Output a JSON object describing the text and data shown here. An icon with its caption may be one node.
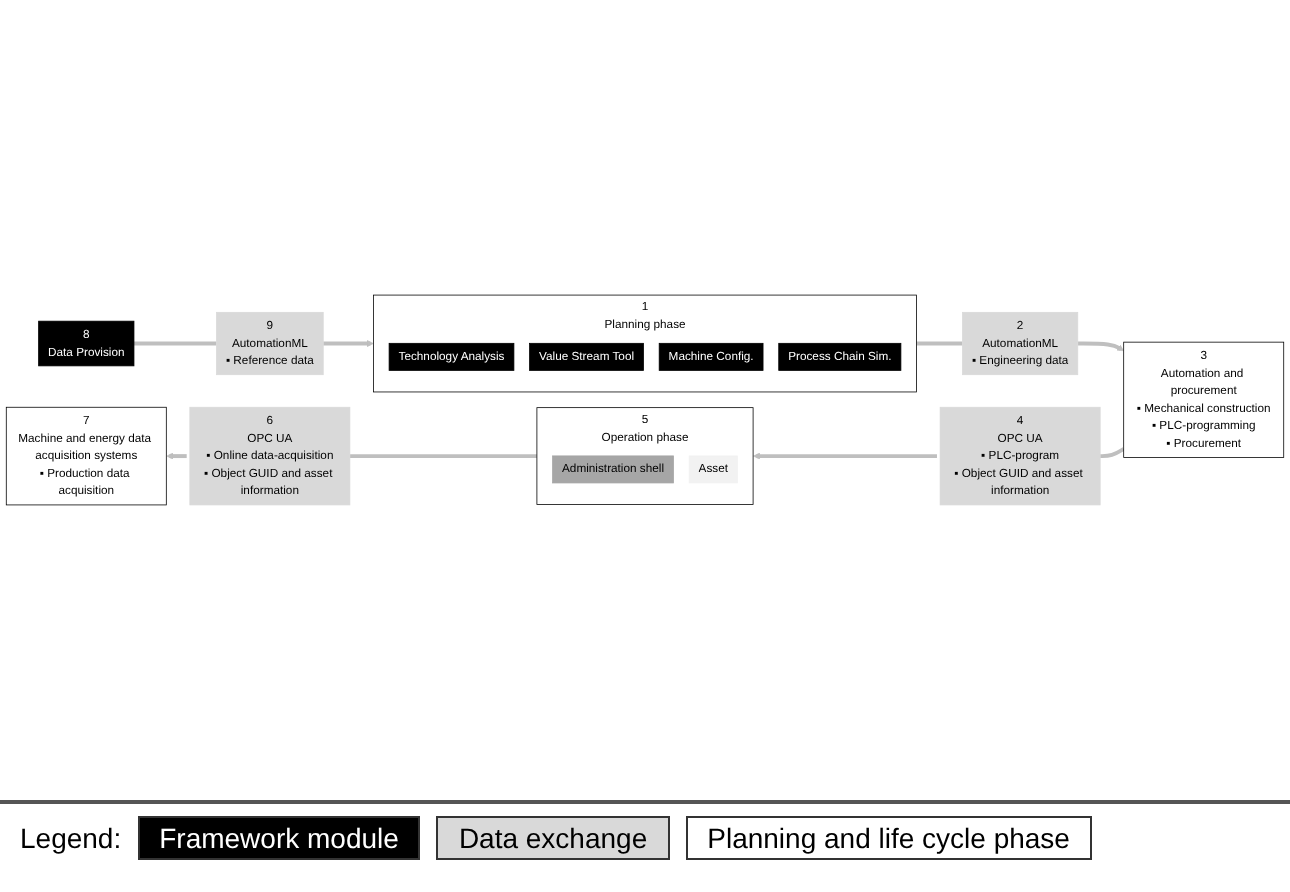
{
  "diagram": {
    "nodes": [
      {
        "text": [
          "1",
          "Planning phase"
        ]
      },
      {
        "text": [
          "Technology Analysis"
        ],
        "in": 0
      },
      {
        "text": [
          "Value Stream Tool"
        ],
        "in": 0
      },
      {
        "text": [
          "Machine Config."
        ],
        "in": 0
      },
      {
        "text": [
          "Process Chain Sim."
        ],
        "in": 0
      },
      {
        "text": [
          "2",
          "AutomationML",
          "▪ Engineering data"
        ]
      },
      {
        "text": [
          "3",
          "Automation and procurement",
          "▪ Mechanical construction",
          "▪ PLC-programming",
          "▪ Procurement"
        ]
      },
      {
        "text": [
          "4",
          "OPC UA",
          "▪ PLC-program",
          "▪ Object GUID and asset information"
        ]
      },
      {
        "text": [
          "5",
          "Operation phase"
        ]
      },
      {
        "text": [
          "Administration shell"
        ],
        "in": 8
      },
      {
        "text": [
          "Asset"
        ],
        "in": 8
      },
      {
        "text": [
          "6",
          "OPC UA",
          "▪ Online data-acquisition",
          "▪ Object GUID and asset information"
        ]
      },
      {
        "text": [
          "8",
          "Data Provision"
        ]
      },
      {
        "text": [
          "7",
          "Machine and energy data acquisition systems",
          "▪ Production data acquisition"
        ]
      },
      {
        "text": [
          "9",
          "AutomationML",
          "▪ Reference data"
        ]
      }
    ],
    "edges": [
      {
        "from": 14,
        "to": 0,
        "arrow": "to"
      },
      {
        "from": 0,
        "to": 5,
        "arrow": "none"
      },
      {
        "from": 5,
        "to": 6,
        "arrow": "to"
      },
      {
        "from": 6,
        "to": 7,
        "arrow": "none"
      },
      {
        "from": 7,
        "to": 8,
        "arrow": "to"
      },
      {
        "from": 8,
        "to": 11,
        "arrow": "none"
      },
      {
        "from": 11,
        "to": 13,
        "arrow": "to"
      },
      {
        "from": 12,
        "to": 14,
        "arrow": "none"
      }
    ],
    "labels": [
      "Legend:"
    ],
    "legend": [
      {
        "text": "Framework module",
        "color": "#000000"
      },
      {
        "text": "Data exchange",
        "color": "#d9d9d9"
      },
      {
        "text": "Planning and life cycle phase",
        "color": "#ffffff"
      }
    ]
  }
}
